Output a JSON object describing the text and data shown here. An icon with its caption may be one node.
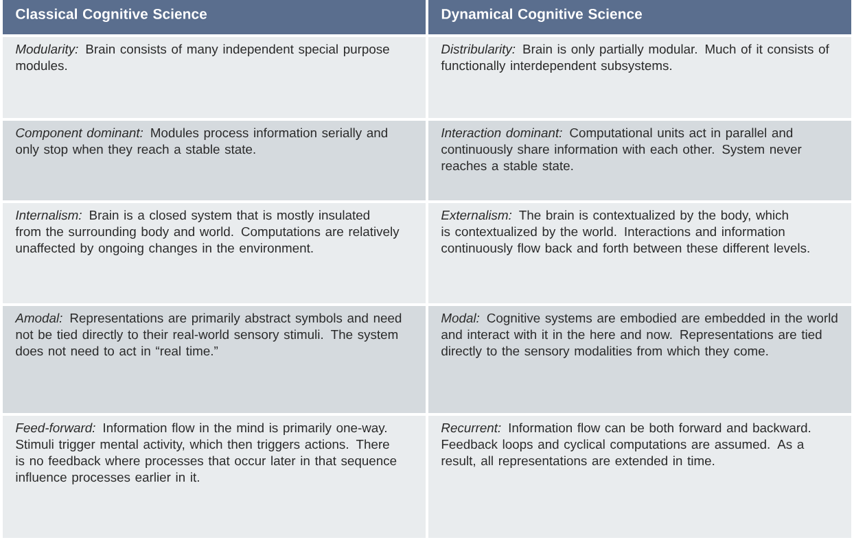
{
  "diagram": {
    "labels": [
      "Classical Cognitive Science",
      "Dynamical Cognitive Science",
      "*Modularity:* Brain consists of many independent special purpose modules.",
      "*Distribularity:* Brain is only partially modular. Much of it consists of functionally interdependent subsystems.",
      "*Component dominant:* Modules process information serially and only stop when they reach a stable state.",
      "*Interaction dominant:* Computational units act in parallel and continuously share information with each other. System never reaches a stable state.",
      "*Internalism:* Brain is a closed system that is mostly insulated from the surrounding body and world. Computations are relatively unaffected by ongoing changes in the environment.",
      "*Externalism:* The brain is contextualized by the body, which is contextualized by the world. Interactions and information continuously flow back and forth between these different levels.",
      "*Amodal:* Representations are primarily abstract symbols and need not be tied directly to their real-world sensory stimuli. The system does not need to act in “real time.”",
      "*Modal:* Cognitive systems are embodied are embedded in the world and interact with it in the here and now. Representations are tied directly to the sensory modalities from which they come.",
      "*Feed-forward:* Information flow in the mind is primarily one-way. Stimuli trigger mental activity, which then triggers actions. There is no feedback where processes that occur later in that sequence influence processes earlier in it.",
      "*Recurrent:* Information flow can be both forward and backward. Feedback loops and cyclical computations are assumed. As a result, all representations are extended in time."
    ]
  }
}
